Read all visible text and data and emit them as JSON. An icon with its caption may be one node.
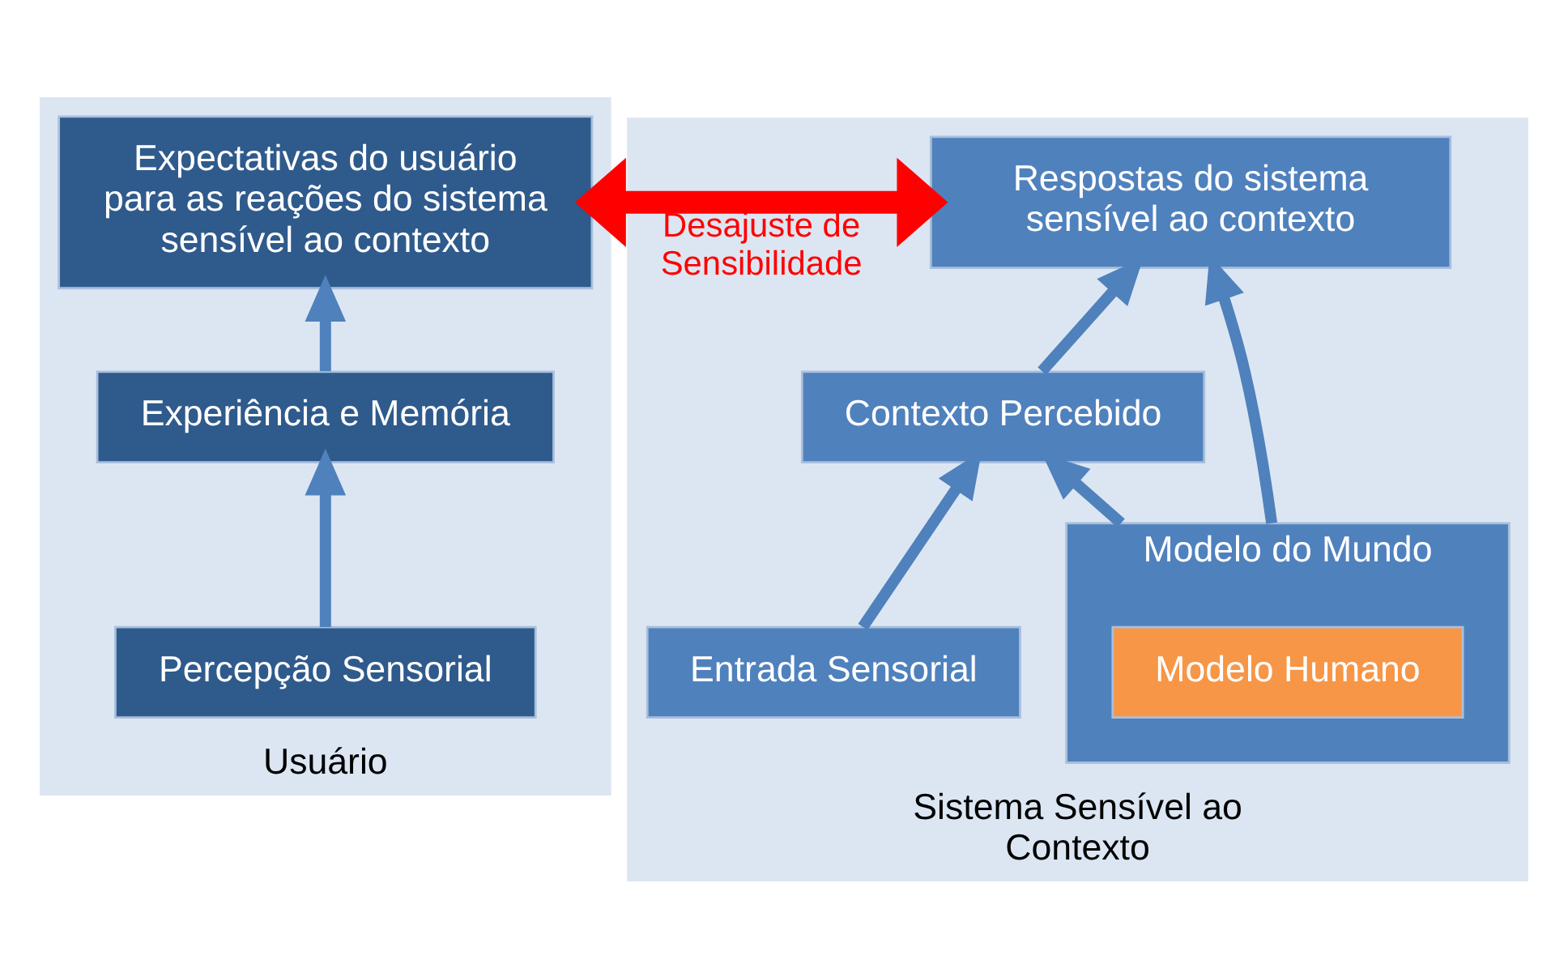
{
  "diagram": {
    "nodes": [
      {
        "text": [
          "Usuário"
        ]
      },
      {
        "text": [
          "Expectativas do usuário para as reações do sistema sensível ao contexto"
        ],
        "in": 0
      },
      {
        "text": [
          "Experiência e Memória"
        ],
        "in": 0
      },
      {
        "text": [
          "Percepção Sensorial"
        ],
        "in": 0
      },
      {
        "text": [
          "Sistema Sensível ao Contexto"
        ]
      },
      {
        "text": [
          "Respostas do sistema sensível ao contexto"
        ],
        "in": 4
      },
      {
        "text": [
          "Contexto Percebido"
        ],
        "in": 4
      },
      {
        "text": [
          "Entrada Sensorial"
        ],
        "in": 4
      },
      {
        "text": [
          "Modelo do Mundo"
        ],
        "in": 4
      },
      {
        "text": [
          "Modelo Humano"
        ],
        "in": 8
      }
    ],
    "edges": [
      {
        "from": 3,
        "to": 2,
        "arrow": "to"
      },
      {
        "from": 2,
        "to": 1,
        "arrow": "to"
      },
      {
        "from": 7,
        "to": 6,
        "arrow": "to"
      },
      {
        "from": 6,
        "to": 5,
        "arrow": "to"
      },
      {
        "from": 8,
        "to": 6,
        "arrow": "to"
      },
      {
        "from": 8,
        "to": 5,
        "arrow": "to"
      },
      {
        "from": 1,
        "to": 5,
        "arrow": "both",
        "label": "Desajuste de Sensibilidade",
        "style": "thick",
        "color": "#ff0000"
      }
    ]
  }
}
